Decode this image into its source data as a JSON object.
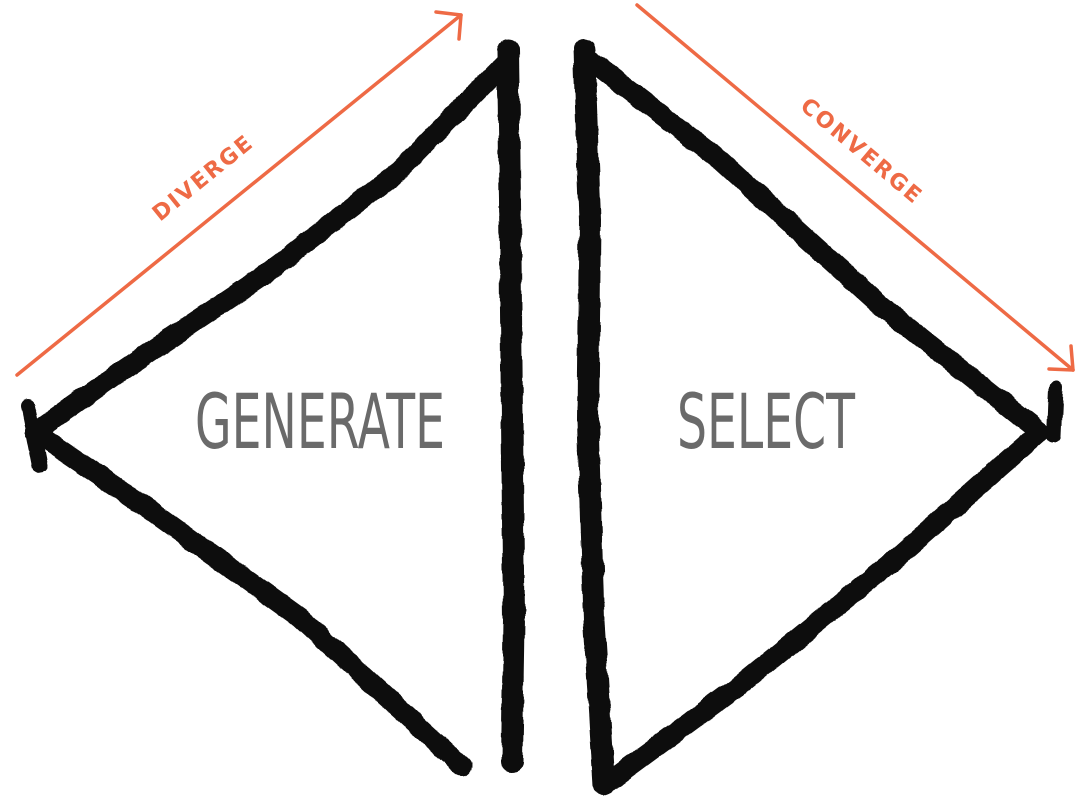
{
  "diagram": {
    "left_label": "GENERATE",
    "right_label": "SELECT",
    "diverge_label": "DIVERGE",
    "converge_label": "CONVERGE"
  },
  "colors": {
    "stroke": "#111111",
    "label": "#6a6a6a",
    "accent": "#ee6a45",
    "background": "#ffffff"
  }
}
